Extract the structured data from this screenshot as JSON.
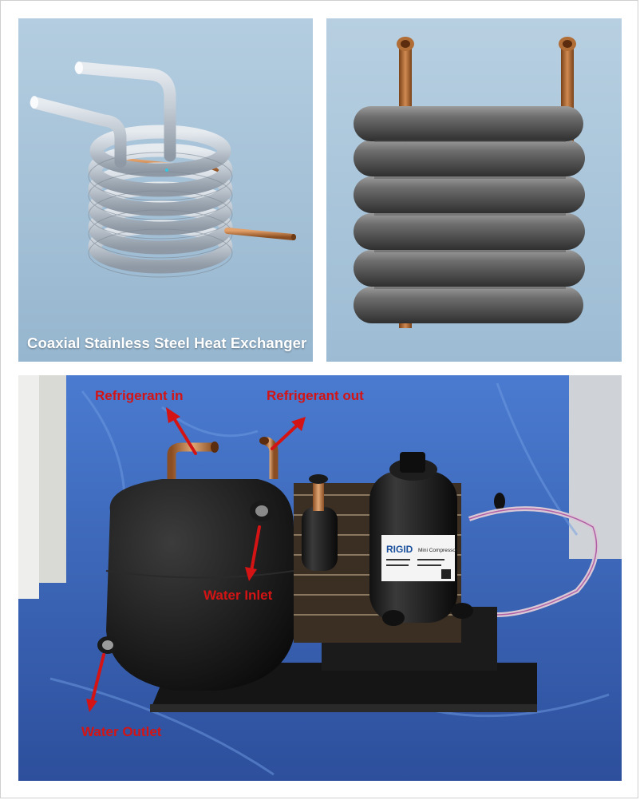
{
  "caption": "Coaxial Stainless Steel Heat Exchanger",
  "labels": {
    "refrigerant_in": "Refrigerant in",
    "refrigerant_out": "Refrigerant out",
    "water_inlet": "Water Inlet",
    "water_outlet": "Water Outlet"
  },
  "compressor_label": {
    "brand": "RIGID",
    "model_text": "Mini Compressor"
  },
  "colors": {
    "render_bg": "#a9c6dc",
    "steel_coil": "#b9c2cc",
    "dark_coil": "#5a5a5a",
    "copper": "#b5703a",
    "label_red": "#d41414",
    "fabric_blue": "#3a63b8"
  }
}
